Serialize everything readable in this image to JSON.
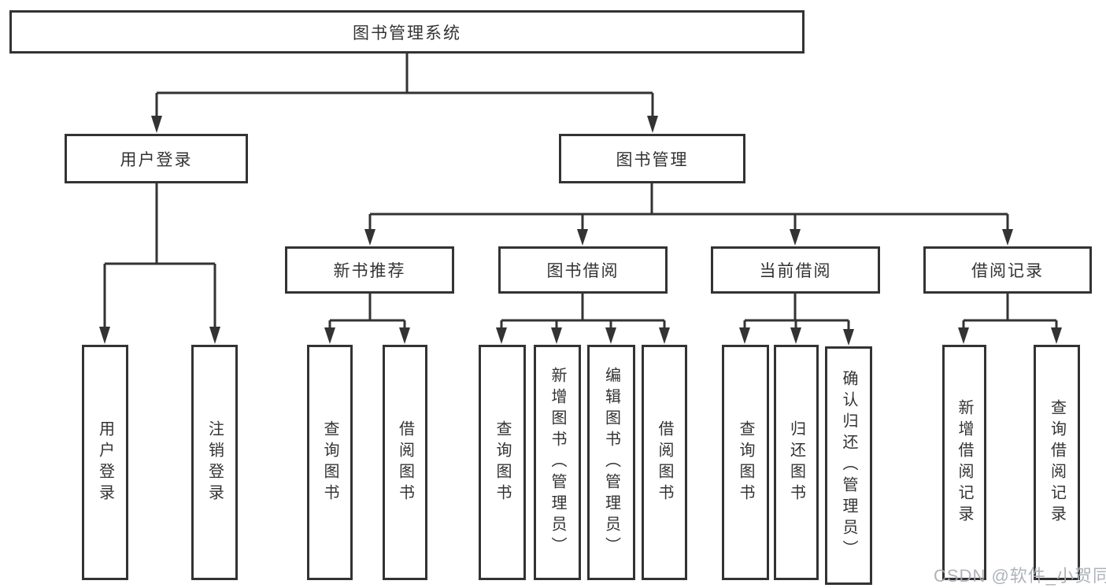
{
  "watermark": "CSDN @软件_小贺同学",
  "colors": {
    "line": "#333333",
    "text": "#333333",
    "box_background": "#ffffff",
    "watermark": "#a8adb3"
  },
  "tree": {
    "root": {
      "label": "图书管理系统"
    },
    "level2": [
      {
        "id": "user-login",
        "label": "用户登录"
      },
      {
        "id": "book-management",
        "label": "图书管理"
      }
    ],
    "level3": [
      {
        "id": "new-book-recommend",
        "parent": "book-management",
        "label": "新书推荐"
      },
      {
        "id": "book-borrowing",
        "parent": "book-management",
        "label": "图书借阅"
      },
      {
        "id": "current-borrowing",
        "parent": "book-management",
        "label": "当前借阅"
      },
      {
        "id": "borrowing-records",
        "parent": "book-management",
        "label": "借阅记录"
      }
    ],
    "leaves": [
      {
        "parent": "user-login",
        "label": "用户登录"
      },
      {
        "parent": "user-login",
        "label": "注销登录"
      },
      {
        "parent": "new-book-recommend",
        "label": "查询图书"
      },
      {
        "parent": "new-book-recommend",
        "label": "借阅图书"
      },
      {
        "parent": "book-borrowing",
        "label": "查询图书"
      },
      {
        "parent": "book-borrowing",
        "label": "新增图书（管理员）"
      },
      {
        "parent": "book-borrowing",
        "label": "编辑图书（管理员）"
      },
      {
        "parent": "book-borrowing",
        "label": "借阅图书"
      },
      {
        "parent": "current-borrowing",
        "label": "查询图书"
      },
      {
        "parent": "current-borrowing",
        "label": "归还图书"
      },
      {
        "parent": "current-borrowing",
        "label": "确认归还（管理员）"
      },
      {
        "parent": "borrowing-records",
        "label": "新增借阅记录"
      },
      {
        "parent": "borrowing-records",
        "label": "查询借阅记录"
      }
    ]
  }
}
